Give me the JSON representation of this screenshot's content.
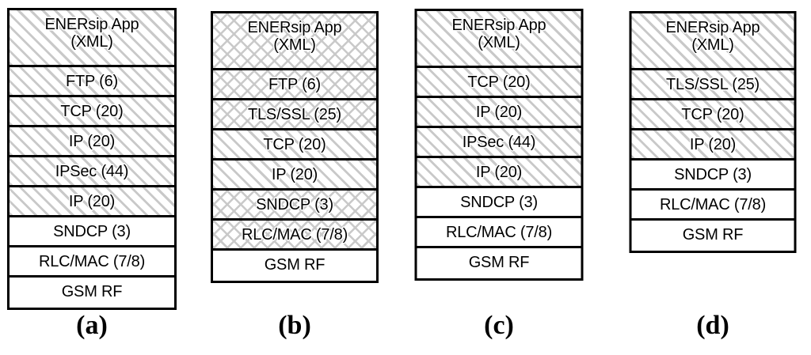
{
  "figure": {
    "type": "protocol-stack-diagram",
    "description": "Four ENERsip application protocol stacks over GSM/GPRS with differing security layers",
    "stacks": [
      {
        "id": "a",
        "caption": "(a)",
        "layers": [
          {
            "label": "ENERsip App (XML)",
            "fill": "diagonal",
            "tall": true
          },
          {
            "label": "FTP (6)",
            "fill": "diagonal",
            "tall": false
          },
          {
            "label": "TCP (20)",
            "fill": "diagonal",
            "tall": false
          },
          {
            "label": "IP (20)",
            "fill": "diagonal",
            "tall": false
          },
          {
            "label": "IPSec (44)",
            "fill": "diagonal",
            "tall": false
          },
          {
            "label": "IP (20)",
            "fill": "diagonal",
            "tall": false
          },
          {
            "label": "SNDCP (3)",
            "fill": "none",
            "tall": false
          },
          {
            "label": "RLC/MAC (7/8)",
            "fill": "none",
            "tall": false
          },
          {
            "label": "GSM RF",
            "fill": "none",
            "tall": false
          }
        ]
      },
      {
        "id": "b",
        "caption": "(b)",
        "layers": [
          {
            "label": "ENERsip App (XML)",
            "fill": "crosshatch",
            "tall": true
          },
          {
            "label": "FTP (6)",
            "fill": "crosshatch",
            "tall": false
          },
          {
            "label": "TLS/SSL (25)",
            "fill": "crosshatch",
            "tall": false
          },
          {
            "label": "TCP (20)",
            "fill": "diagonal",
            "tall": false
          },
          {
            "label": "IP (20)",
            "fill": "diagonal",
            "tall": false
          },
          {
            "label": "SNDCP (3)",
            "fill": "crosshatch",
            "tall": false
          },
          {
            "label": "RLC/MAC (7/8)",
            "fill": "crosshatch",
            "tall": false
          },
          {
            "label": "GSM RF",
            "fill": "none",
            "tall": false
          }
        ]
      },
      {
        "id": "c",
        "caption": "(c)",
        "layers": [
          {
            "label": "ENERsip App (XML)",
            "fill": "diagonal",
            "tall": true
          },
          {
            "label": "TCP (20)",
            "fill": "diagonal",
            "tall": false
          },
          {
            "label": "IP (20)",
            "fill": "diagonal",
            "tall": false
          },
          {
            "label": "IPSec (44)",
            "fill": "diagonal",
            "tall": false
          },
          {
            "label": "IP (20)",
            "fill": "diagonal",
            "tall": false
          },
          {
            "label": "SNDCP (3)",
            "fill": "none",
            "tall": false
          },
          {
            "label": "RLC/MAC (7/8)",
            "fill": "none",
            "tall": false
          },
          {
            "label": "GSM RF",
            "fill": "none",
            "tall": false
          }
        ]
      },
      {
        "id": "d",
        "caption": "(d)",
        "layers": [
          {
            "label": "ENERsip App (XML)",
            "fill": "diagonal",
            "tall": true
          },
          {
            "label": "TLS/SSL (25)",
            "fill": "diagonal",
            "tall": false
          },
          {
            "label": "TCP (20)",
            "fill": "diagonal",
            "tall": false
          },
          {
            "label": "IP (20)",
            "fill": "diagonal",
            "tall": false
          },
          {
            "label": "SNDCP (3)",
            "fill": "none",
            "tall": false
          },
          {
            "label": "RLC/MAC (7/8)",
            "fill": "none",
            "tall": false
          },
          {
            "label": "GSM RF",
            "fill": "none",
            "tall": false
          }
        ]
      }
    ],
    "colors": {
      "border": "#000000",
      "background": "#ffffff",
      "hatch": "#c9c9c9",
      "text": "#000000"
    }
  }
}
